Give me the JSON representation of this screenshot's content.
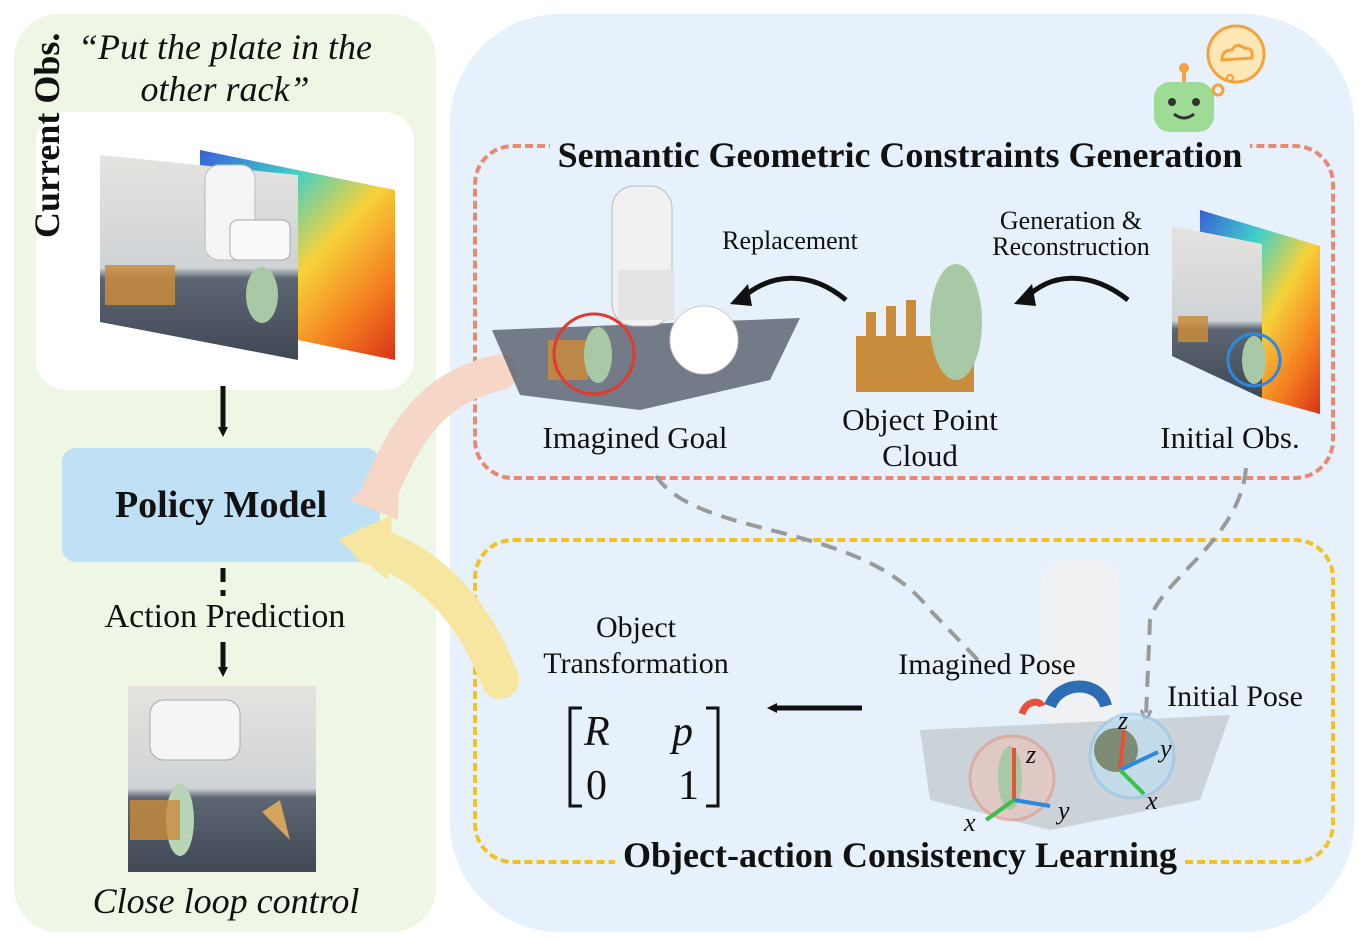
{
  "instruction": {
    "line1": "“Put the plate in the",
    "line2": "other rack”"
  },
  "current_obs_label": "Current Obs.",
  "policy_model_label": "Policy Model",
  "action_prediction_label": "Action Prediction",
  "close_loop_label": "Close loop control",
  "sgcg": {
    "title": "Semantic Geometric Constraints Generation",
    "replacement_label": "Replacement",
    "generation_line1": "Generation &",
    "generation_line2": "Reconstruction",
    "imagined_goal_label": "Imagined Goal",
    "object_pc_line1": "Object Point",
    "object_pc_line2": "Cloud",
    "initial_obs_label": "Initial Obs."
  },
  "oacl": {
    "title": "Object-action Consistency Learning",
    "object_transform_line1": "Object",
    "object_transform_line2": "Transformation",
    "imagined_pose_label": "Imagined Pose",
    "initial_pose_label": "Initial Pose",
    "matrix": {
      "r": "R",
      "p": "p",
      "zero": "0",
      "one": "1"
    },
    "axes": {
      "z": "z",
      "y": "y",
      "x": "x"
    }
  },
  "colors": {
    "left_panel": "#eef7e6",
    "right_panel": "#e6f1fb",
    "policy_box": "#bfe0f5",
    "sgcg_border": "#e88a73",
    "oacl_border": "#f2c224",
    "axis_z": "#e8503a",
    "axis_y": "#2a8ae0",
    "axis_x": "#3cbf4a"
  }
}
